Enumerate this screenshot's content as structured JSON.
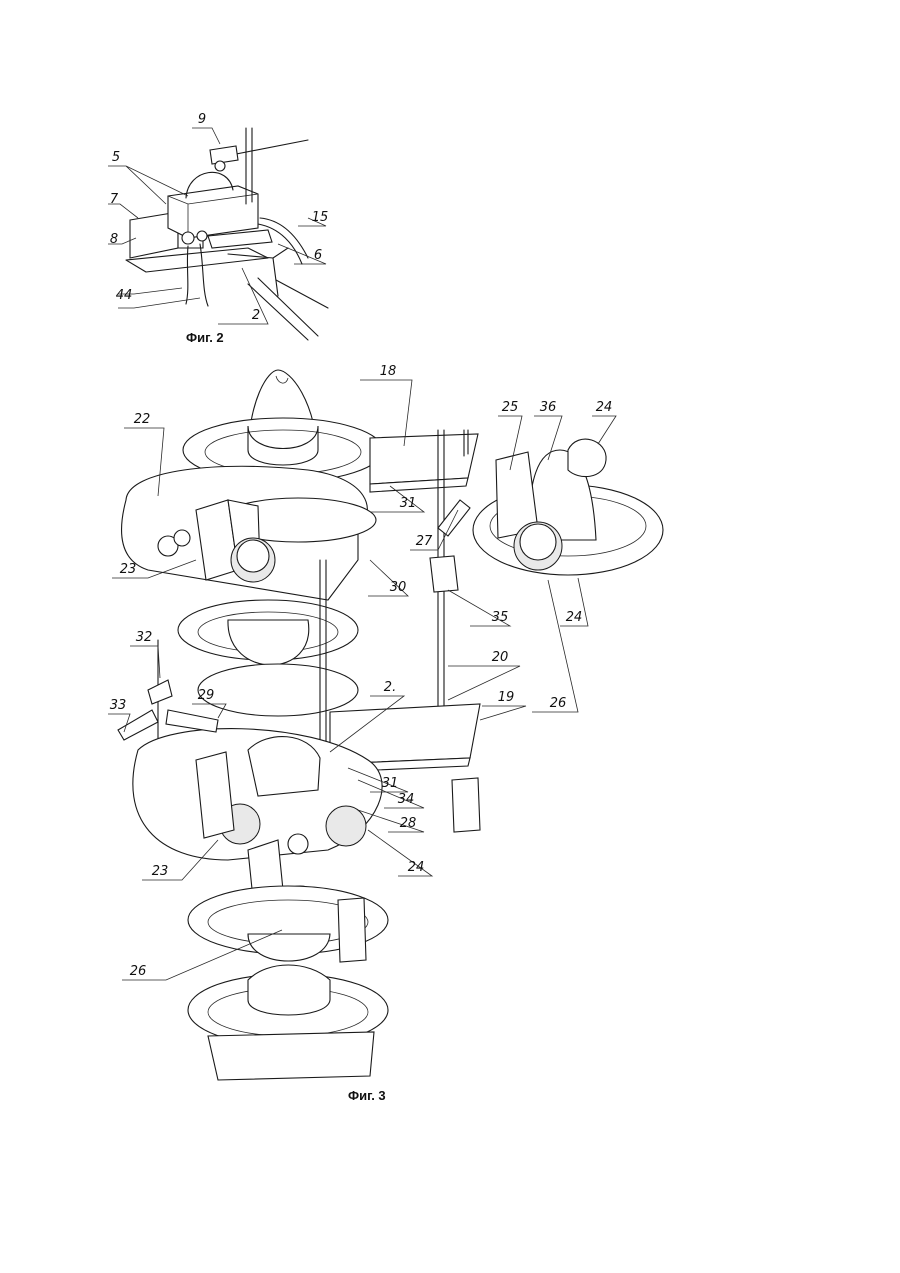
{
  "figure2": {
    "caption": "Фиг. 2",
    "labels": [
      "9",
      "5",
      "7",
      "8",
      "15",
      "6",
      "44",
      "2"
    ]
  },
  "figure3": {
    "caption": "Фиг. 3",
    "labels": [
      "18",
      "22",
      "25",
      "36",
      "24",
      "31",
      "23",
      "27",
      "30",
      "35",
      "24",
      "32",
      "20",
      "29",
      "33",
      "2.",
      "19",
      "26",
      "31",
      "34",
      "28",
      "23",
      "24",
      "26"
    ]
  }
}
